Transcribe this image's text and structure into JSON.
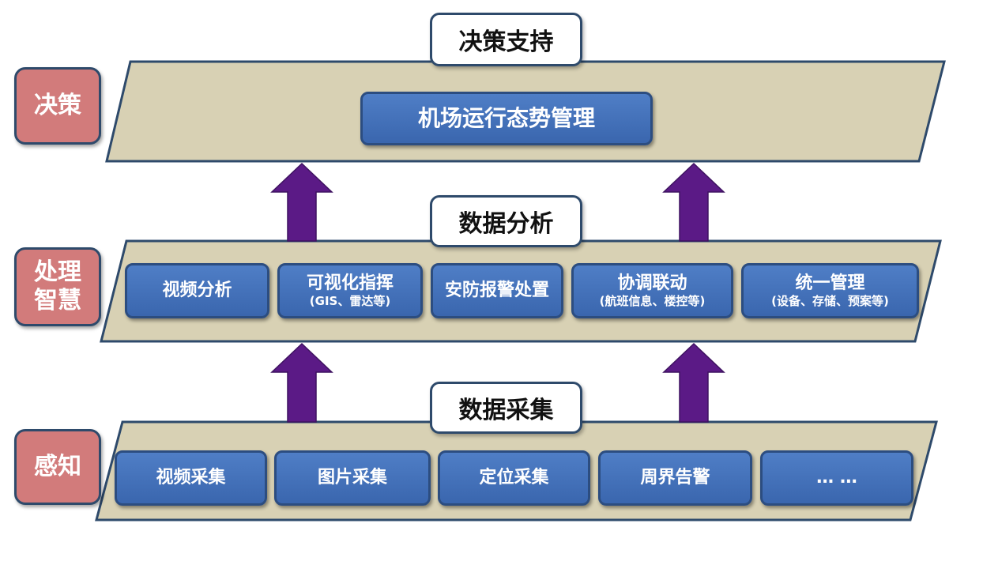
{
  "colors": {
    "layer_fill": "#d8d1b4",
    "layer_stroke": "#2e4a6b",
    "arrow_fill": "#5b1a86",
    "label_fill": "#d27b7b",
    "box_fill": "#4172b8"
  },
  "layers": [
    {
      "side_label": "决策",
      "title": "决策支持",
      "boxes": [
        {
          "main": "机场运行态势管理",
          "sub": ""
        }
      ]
    },
    {
      "side_label": "处理\n智慧",
      "title": "数据分析",
      "boxes": [
        {
          "main": "视频分析",
          "sub": ""
        },
        {
          "main": "可视化指挥",
          "sub": "(GIS、雷达等)"
        },
        {
          "main": "安防报警处置",
          "sub": ""
        },
        {
          "main": "协调联动",
          "sub": "(航班信息、楼控等)"
        },
        {
          "main": "统一管理",
          "sub": "(设备、存储、预案等)"
        }
      ]
    },
    {
      "side_label": "感知",
      "title": "数据采集",
      "boxes": [
        {
          "main": "视频采集",
          "sub": ""
        },
        {
          "main": "图片采集",
          "sub": ""
        },
        {
          "main": "定位采集",
          "sub": ""
        },
        {
          "main": "周界告警",
          "sub": ""
        },
        {
          "main": "… …",
          "sub": ""
        }
      ]
    }
  ]
}
